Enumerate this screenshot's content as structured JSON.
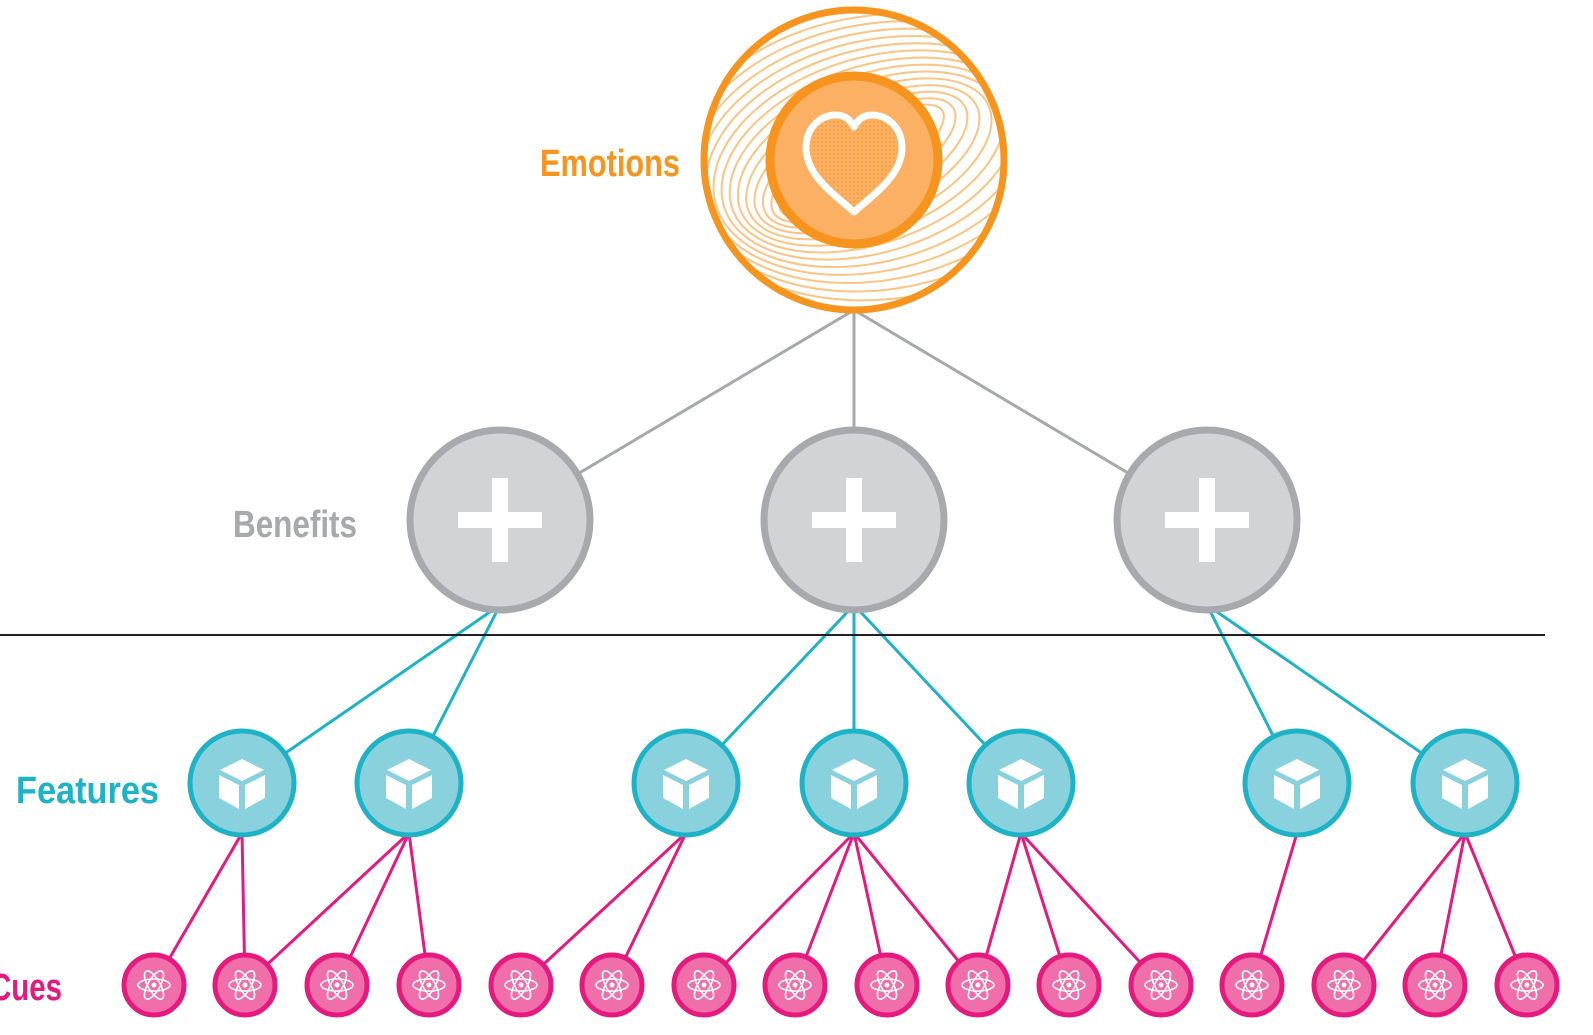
{
  "labels": {
    "emotions": "Emotions",
    "benefits": "Benefits",
    "features": "Features",
    "cues": "Cues"
  },
  "colors": {
    "emotions": "#F7941D",
    "emotions_fill": "#FBB064",
    "benefits": "#A7A9AC",
    "benefits_fill": "#D1D3D4",
    "features": "#1DB3C6",
    "features_fill": "#8AD1DE",
    "cues": "#E6197E",
    "cues_fill": "#F06EAA",
    "divider": "#231F20"
  },
  "icons": {
    "emotions": "heart-icon",
    "benefits": "plus-icon",
    "features": "cube-icon",
    "cues": "atom-icon"
  },
  "counts": {
    "emotions": 1,
    "benefits": 3,
    "features": 7,
    "cues": 16
  },
  "hierarchy": {
    "emotions_to_benefits": [
      0,
      1,
      2
    ],
    "benefit_features": [
      [
        0,
        1
      ],
      [
        2,
        3,
        4
      ],
      [
        5,
        6
      ]
    ],
    "feature_cues": [
      [
        0,
        1
      ],
      [
        1,
        2,
        3
      ],
      [
        4,
        5
      ],
      [
        6,
        7,
        8,
        9
      ],
      [
        9,
        10,
        11
      ],
      [
        12
      ],
      [
        13,
        14,
        15
      ]
    ]
  }
}
